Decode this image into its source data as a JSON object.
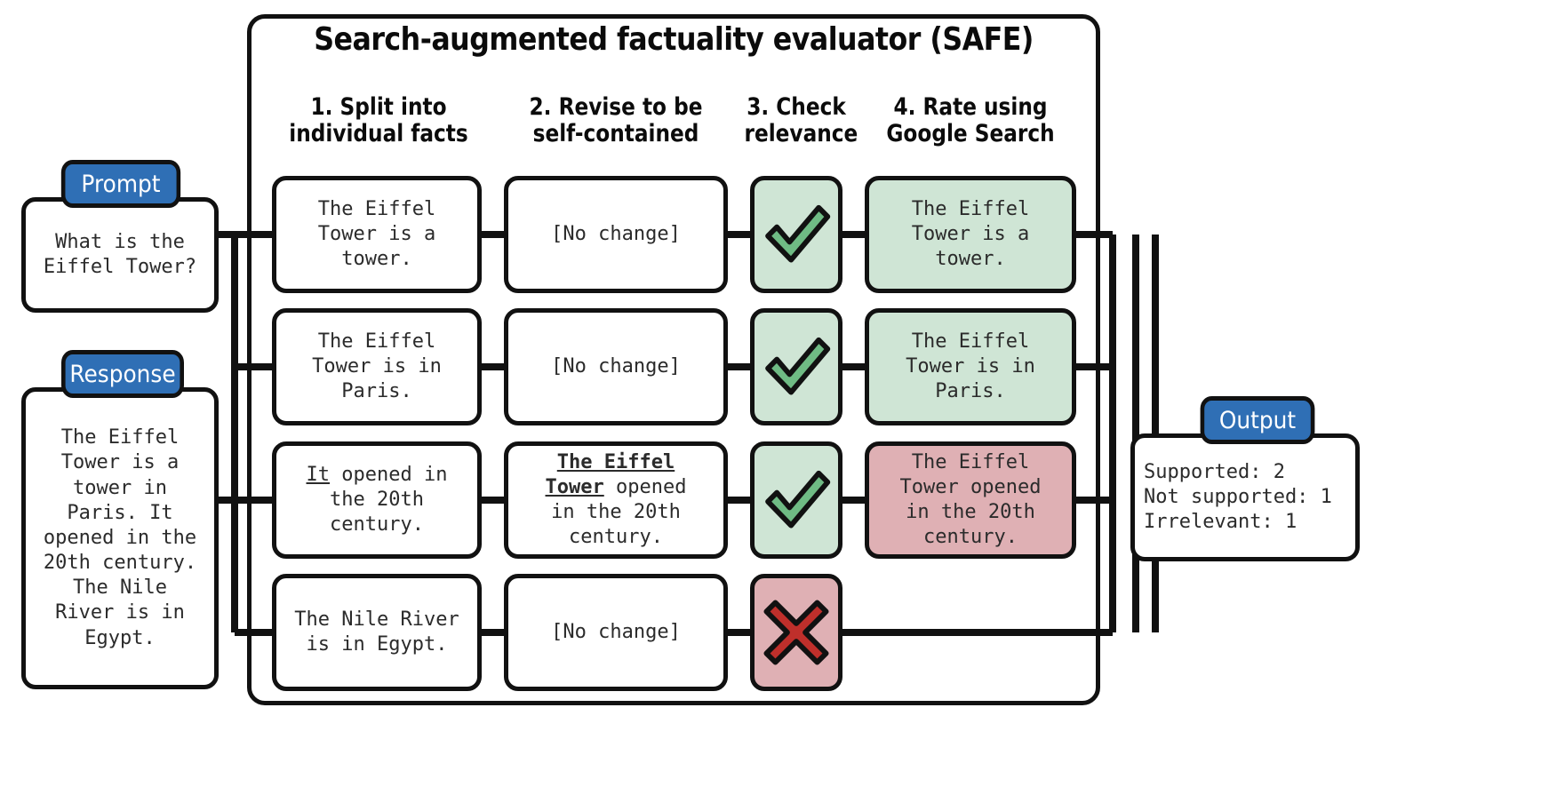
{
  "diagram": {
    "title": "Search-augmented factuality evaluator (SAFE)",
    "columns": [
      {
        "label": "1. Split into\nindividual facts"
      },
      {
        "label": "2. Revise to be\nself-contained"
      },
      {
        "label": "3. Check\nrelevance"
      },
      {
        "label": "4. Rate using\nGoogle Search"
      }
    ]
  },
  "input": {
    "prompt": {
      "tag": "Prompt",
      "text": "What is the\nEiffel Tower?"
    },
    "response": {
      "tag": "Response",
      "text": "The Eiffel\nTower is a\ntower in\nParis. It\nopened in the\n20th century.\nThe Nile\nRiver is in\nEgypt."
    }
  },
  "rows": [
    {
      "id": "row-1",
      "split_fact": "The Eiffel\nTower is a\ntower.",
      "split_underline": "",
      "revised": "[No change]",
      "revised_prefix_bold_underline": "",
      "revised_rest": "",
      "relevance": "check",
      "rating": "The Eiffel\nTower is a\ntower.",
      "rating_status": "supported"
    },
    {
      "id": "row-2",
      "split_fact": "The Eiffel\nTower is in\nParis.",
      "split_underline": "",
      "revised": "[No change]",
      "revised_prefix_bold_underline": "",
      "revised_rest": "",
      "relevance": "check",
      "rating": "The Eiffel\nTower is in\nParis.",
      "rating_status": "supported"
    },
    {
      "id": "row-3",
      "split_fact_underlined": "It",
      "split_fact_rest": " opened in\nthe 20th\ncentury.",
      "split_fact": "It opened in\nthe 20th\ncentury.",
      "revised_prefix_bold_underline": "The Eiffel\nTower",
      "revised_rest": " opened\nin the 20th\ncentury.",
      "revised": "The Eiffel Tower opened in the 20th century.",
      "relevance": "check",
      "rating": "The Eiffel\nTower opened\nin the 20th\ncentury.",
      "rating_status": "not-supported"
    },
    {
      "id": "row-4",
      "split_fact": "The Nile River\nis in Egypt.",
      "split_underline": "",
      "revised": "[No change]",
      "revised_prefix_bold_underline": "",
      "revised_rest": "",
      "relevance": "cross",
      "rating": "",
      "rating_status": "none"
    }
  ],
  "output": {
    "tag": "Output",
    "lines": "Supported: 2\nNot supported: 1\nIrrelevant: 1"
  },
  "icons": {
    "check": "check-icon",
    "cross": "cross-icon"
  },
  "colors": {
    "tag_blue": "#2f6fb5",
    "supported_green_bg": "#cfe5d5",
    "check_green": "#6fbb84",
    "not_supported_red_bg": "#dfb0b4",
    "cross_red": "#bf2f2b",
    "stroke": "#111111",
    "text": "#2b2b2b"
  }
}
